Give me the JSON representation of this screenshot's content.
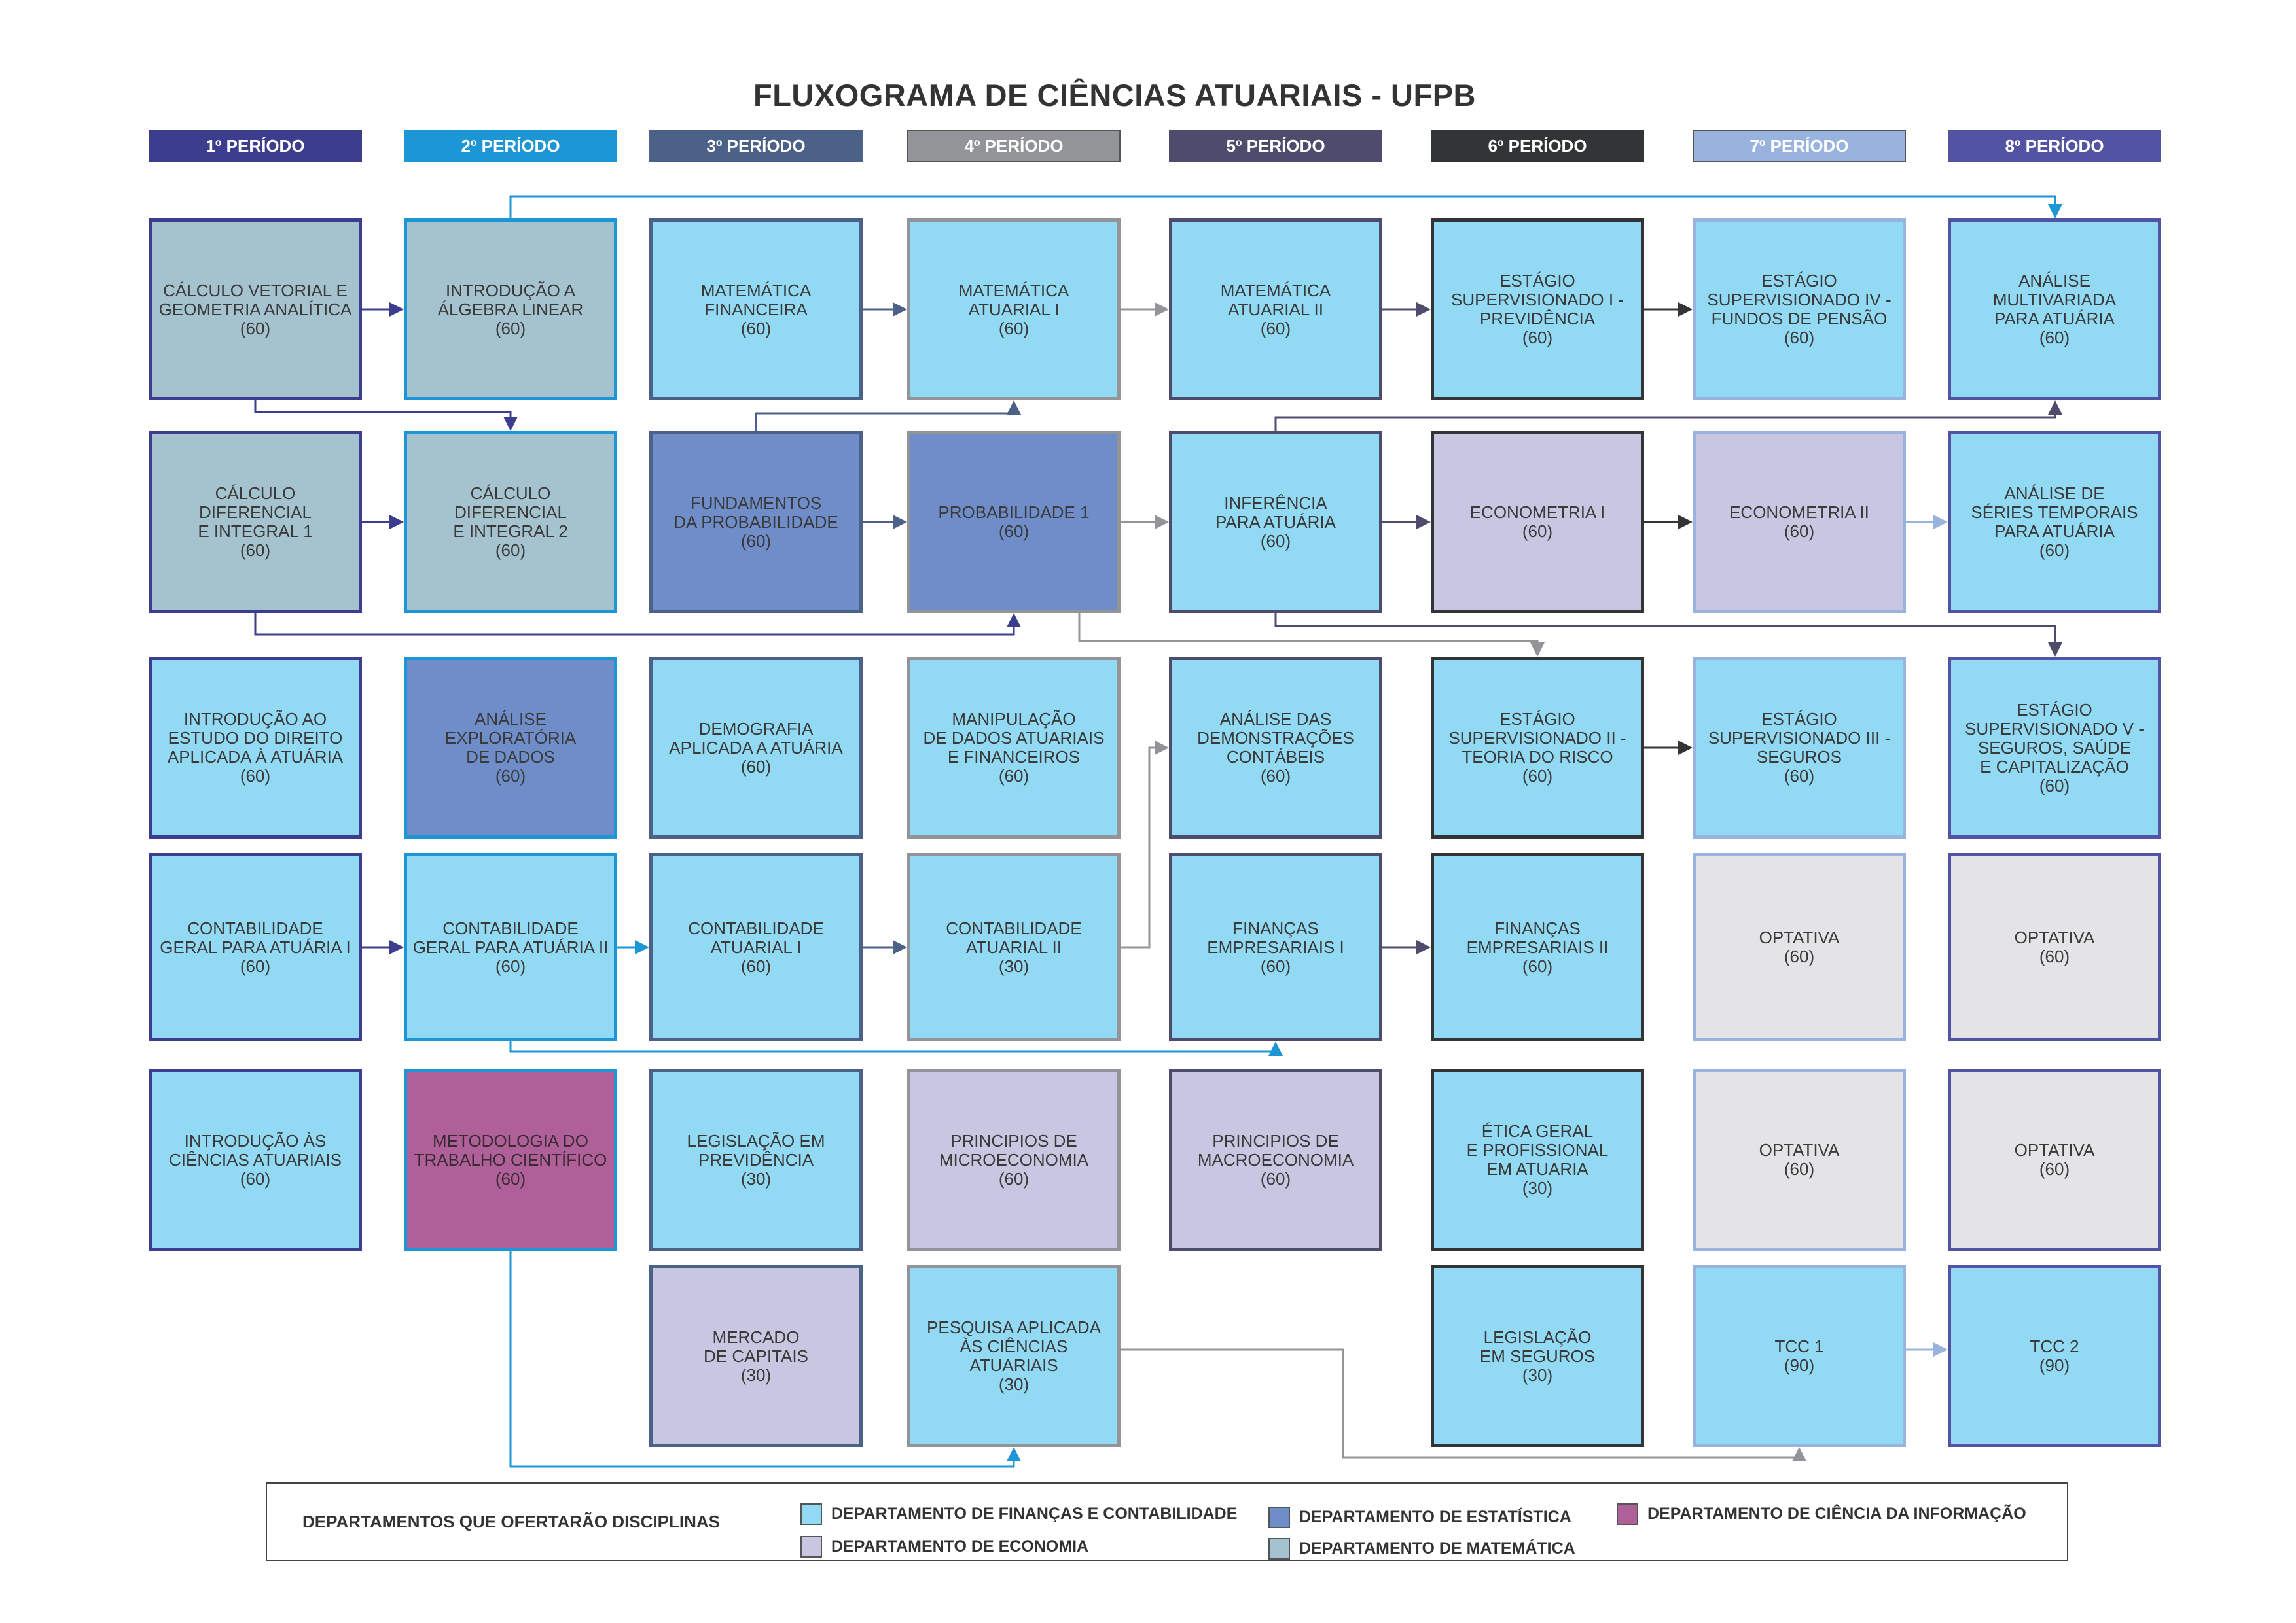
{
  "title": "FLUXOGRAMA DE CIÊNCIAS ATUARIAIS - UFPB",
  "colors": {
    "financas": "#92d9f4",
    "economia": "#c9c6e2",
    "estatistica": "#6e8dc9",
    "matematica": "#a5c2cf",
    "informacao": "#b06098",
    "optativa": "#e4e4e6"
  },
  "periods": [
    {
      "label": "1º PERÍODO",
      "color": "#3d3d90"
    },
    {
      "label": "2º PERÍODO",
      "color": "#1d96d6"
    },
    {
      "label": "3º PERÍODO",
      "color": "#4b6188"
    },
    {
      "label": "4º PERÍODO",
      "color": "#929497",
      "outline": "#555555"
    },
    {
      "label": "5º PERÍODO",
      "color": "#4d4c6c"
    },
    {
      "label": "6º PERÍODO",
      "color": "#333436"
    },
    {
      "label": "7º PERÍODO",
      "color": "#98b4de",
      "outline": "#555555"
    },
    {
      "label": "8º PERÍODO",
      "color": "#5253a2"
    }
  ],
  "courses": [
    {
      "id": "calc-vet",
      "text": "CÁLCULO VETORIAL E\nGEOMETRIA ANALÍTICA\n(60)",
      "col": 0,
      "row": 0,
      "dept": "matematica"
    },
    {
      "id": "calc-dif-1",
      "text": "CÁLCULO DIFERENCIAL\nE INTEGRAL 1\n(60)",
      "col": 0,
      "row": 1,
      "dept": "matematica"
    },
    {
      "id": "intro-direito",
      "text": "INTRODUÇÃO AO\nESTUDO DO DIREITO\nAPLICADA À ATUÁRIA\n(60)",
      "col": 0,
      "row": 2,
      "dept": "financas"
    },
    {
      "id": "cont-geral-1",
      "text": "CONTABILIDADE\nGERAL PARA ATUÁRIA I\n(60)",
      "col": 0,
      "row": 3,
      "dept": "financas"
    },
    {
      "id": "intro-cienc",
      "text": "INTRODUÇÃO ÀS\nCIÊNCIAS ATUARIAIS\n(60)",
      "col": 0,
      "row": 4,
      "dept": "financas"
    },
    {
      "id": "intro-alg",
      "text": "INTRODUÇÃO A\nÁLGEBRA LINEAR\n(60)",
      "col": 1,
      "row": 0,
      "dept": "matematica"
    },
    {
      "id": "calc-dif-2",
      "text": "CÁLCULO DIFERENCIAL\nE INTEGRAL 2\n(60)",
      "col": 1,
      "row": 1,
      "dept": "matematica"
    },
    {
      "id": "analise-expl",
      "text": "ANÁLISE\nEXPLORATÓRIA\nDE DADOS\n(60)",
      "col": 1,
      "row": 2,
      "dept": "estatistica"
    },
    {
      "id": "cont-geral-2",
      "text": "CONTABILIDADE\nGERAL PARA ATUÁRIA II\n(60)",
      "col": 1,
      "row": 3,
      "dept": "financas"
    },
    {
      "id": "metodologia",
      "text": "METODOLOGIA DO\nTRABALHO CIENTÍFICO\n(60)",
      "col": 1,
      "row": 4,
      "dept": "informacao"
    },
    {
      "id": "mat-fin",
      "text": "MATEMÁTICA\nFINANCEIRA\n(60)",
      "col": 2,
      "row": 0,
      "dept": "financas"
    },
    {
      "id": "fund-prob",
      "text": "FUNDAMENTOS\nDA PROBABILIDADE\n(60)",
      "col": 2,
      "row": 1,
      "dept": "estatistica"
    },
    {
      "id": "demografia",
      "text": "DEMOGRAFIA\nAPLICADA A ATUÁRIA\n(60)",
      "col": 2,
      "row": 2,
      "dept": "financas"
    },
    {
      "id": "cont-atu-1",
      "text": "CONTABILIDADE\nATUARIAL I\n(60)",
      "col": 2,
      "row": 3,
      "dept": "financas"
    },
    {
      "id": "legis-prev",
      "text": "LEGISLAÇÃO EM\nPREVIDÊNCIA\n(30)",
      "col": 2,
      "row": 4,
      "dept": "financas"
    },
    {
      "id": "mercado-cap",
      "text": "MERCADO\nDE CAPITAIS\n(30)",
      "col": 2,
      "row": 5,
      "dept": "economia"
    },
    {
      "id": "mat-atu-1",
      "text": "MATEMÁTICA\nATUARIAL I\n(60)",
      "col": 3,
      "row": 0,
      "dept": "financas"
    },
    {
      "id": "prob-1",
      "text": "PROBABILIDADE 1\n(60)",
      "col": 3,
      "row": 1,
      "dept": "estatistica"
    },
    {
      "id": "manip-dados",
      "text": "MANIPULAÇÃO\nDE DADOS ATUARIAIS\nE FINANCEIROS\n(60)",
      "col": 3,
      "row": 2,
      "dept": "financas"
    },
    {
      "id": "cont-atu-2",
      "text": "CONTABILIDADE\nATUARIAL II\n(30)",
      "col": 3,
      "row": 3,
      "dept": "financas"
    },
    {
      "id": "princ-micro",
      "text": "PRINCIPIOS DE\nMICROECONOMIA\n(60)",
      "col": 3,
      "row": 4,
      "dept": "economia"
    },
    {
      "id": "pesquisa-apl",
      "text": "PESQUISA APLICADA\nÀS CIÊNCIAS ATUARIAIS\n(30)",
      "col": 3,
      "row": 5,
      "dept": "financas"
    },
    {
      "id": "mat-atu-2",
      "text": "MATEMÁTICA\nATUARIAL II\n(60)",
      "col": 4,
      "row": 0,
      "dept": "financas"
    },
    {
      "id": "inferencia",
      "text": "INFERÊNCIA\nPARA ATUÁRIA\n(60)",
      "col": 4,
      "row": 1,
      "dept": "financas"
    },
    {
      "id": "analise-dem",
      "text": "ANÁLISE DAS\nDEMONSTRAÇÕES\nCONTÁBEIS\n(60)",
      "col": 4,
      "row": 2,
      "dept": "financas"
    },
    {
      "id": "fin-emp-1",
      "text": "FINANÇAS\nEMPRESARIAIS I\n(60)",
      "col": 4,
      "row": 3,
      "dept": "financas"
    },
    {
      "id": "princ-macro",
      "text": "PRINCIPIOS DE\nMACROECONOMIA\n(60)",
      "col": 4,
      "row": 4,
      "dept": "economia"
    },
    {
      "id": "estagio-1",
      "text": "ESTÁGIO\nSUPERVISIONADO I -\nPREVIDÊNCIA\n(60)",
      "col": 5,
      "row": 0,
      "dept": "financas"
    },
    {
      "id": "econometria-1",
      "text": "ECONOMETRIA I\n(60)",
      "col": 5,
      "row": 1,
      "dept": "economia"
    },
    {
      "id": "estagio-2",
      "text": "ESTÁGIO\nSUPERVISIONADO II -\nTEORIA DO RISCO\n(60)",
      "col": 5,
      "row": 2,
      "dept": "financas"
    },
    {
      "id": "fin-emp-2",
      "text": "FINANÇAS\nEMPRESARIAIS II\n(60)",
      "col": 5,
      "row": 3,
      "dept": "financas"
    },
    {
      "id": "etica",
      "text": "ÉTICA GERAL\nE PROFISSIONAL\nEM ATUARIA\n(30)",
      "col": 5,
      "row": 4,
      "dept": "financas"
    },
    {
      "id": "legis-seg",
      "text": "LEGISLAÇÃO\nEM SEGUROS\n(30)",
      "col": 5,
      "row": 5,
      "dept": "financas"
    },
    {
      "id": "estagio-4",
      "text": "ESTÁGIO\nSUPERVISIONADO IV -\nFUNDOS DE PENSÃO\n(60)",
      "col": 6,
      "row": 0,
      "dept": "financas"
    },
    {
      "id": "econometria-2",
      "text": "ECONOMETRIA II\n(60)",
      "col": 6,
      "row": 1,
      "dept": "economia"
    },
    {
      "id": "estagio-3",
      "text": "ESTÁGIO\nSUPERVISIONADO III -\nSEGUROS\n(60)",
      "col": 6,
      "row": 2,
      "dept": "financas"
    },
    {
      "id": "optativa-7a",
      "text": "OPTATIVA\n(60)",
      "col": 6,
      "row": 3,
      "dept": "optativa"
    },
    {
      "id": "optativa-7b",
      "text": "OPTATIVA\n(60)",
      "col": 6,
      "row": 4,
      "dept": "optativa"
    },
    {
      "id": "tcc-1",
      "text": "TCC 1\n(90)",
      "col": 6,
      "row": 5,
      "dept": "financas"
    },
    {
      "id": "analise-mult",
      "text": "ANÁLISE\nMULTIVARIADA\nPARA ATUÁRIA\n(60)",
      "col": 7,
      "row": 0,
      "dept": "financas"
    },
    {
      "id": "analise-series",
      "text": "ANÁLISE DE\nSÉRIES TEMPORAIS\nPARA ATUÁRIA\n(60)",
      "col": 7,
      "row": 1,
      "dept": "financas"
    },
    {
      "id": "estagio-5",
      "text": "ESTÁGIO\nSUPERVISIONADO V -\nSEGUROS, SAÚDE\nE CAPITALIZAÇÃO\n(60)",
      "col": 7,
      "row": 2,
      "dept": "financas"
    },
    {
      "id": "optativa-8a",
      "text": "OPTATIVA\n(60)",
      "col": 7,
      "row": 3,
      "dept": "optativa"
    },
    {
      "id": "optativa-8b",
      "text": "OPTATIVA\n(60)",
      "col": 7,
      "row": 4,
      "dept": "optativa"
    },
    {
      "id": "tcc-2",
      "text": "TCC 2\n(90)",
      "col": 7,
      "row": 5,
      "dept": "financas"
    }
  ],
  "legend": {
    "title": "DEPARTAMENTOS QUE OFERTARÃO DISCIPLINAS",
    "items": [
      {
        "dept": "financas",
        "label": "DEPARTAMENTO DE FINANÇAS E CONTABILIDADE"
      },
      {
        "dept": "economia",
        "label": "DEPARTAMENTO DE ECONOMIA"
      },
      {
        "dept": "estatistica",
        "label": "DEPARTAMENTO DE ESTATÍSTICA"
      },
      {
        "dept": "matematica",
        "label": "DEPARTAMENTO DE MATEMÁTICA"
      },
      {
        "dept": "informacao",
        "label": "DEPARTAMENTO DE CIÊNCIA DA INFORMAÇÃO"
      }
    ]
  }
}
